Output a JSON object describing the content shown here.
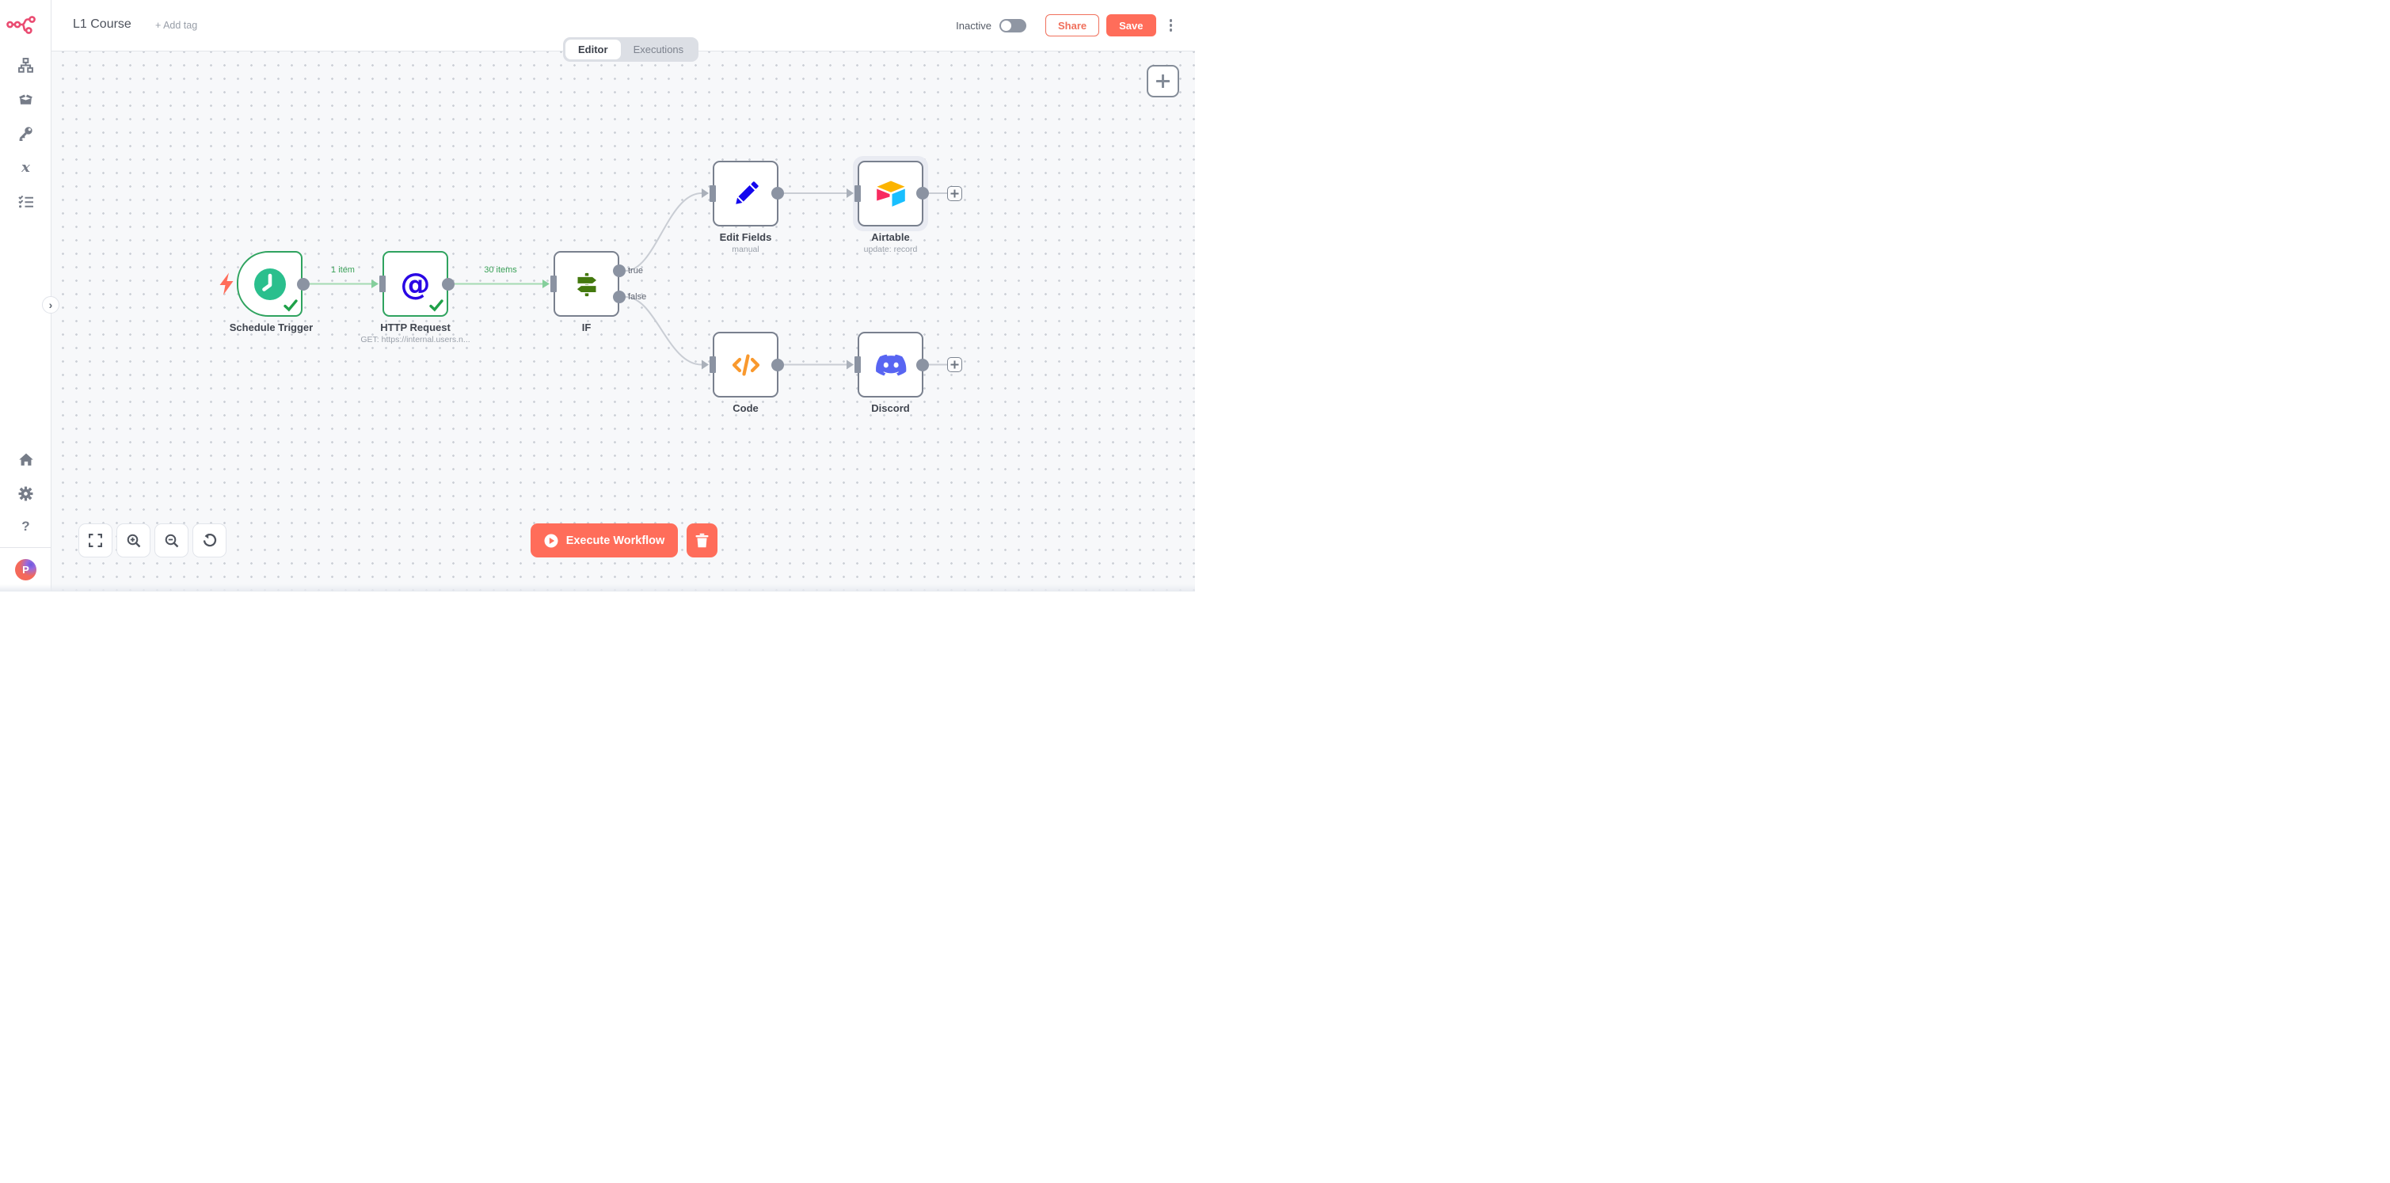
{
  "header": {
    "title": "L1 Course",
    "add_tag": "+ Add tag",
    "tabs": {
      "editor": "Editor",
      "executions": "Executions"
    },
    "status": {
      "label": "Inactive",
      "enabled": false
    },
    "share_label": "Share",
    "save_label": "Save"
  },
  "sidebar": {
    "avatar_initial": "P"
  },
  "workflow": {
    "nodes": [
      {
        "id": "schedule-trigger",
        "label": "Schedule Trigger",
        "type": "trigger",
        "status": "success"
      },
      {
        "id": "http-request",
        "label": "HTTP Request",
        "subtitle": "GET: https://internal.users.n...",
        "status": "success"
      },
      {
        "id": "if",
        "label": "IF",
        "outputs": [
          "true",
          "false"
        ]
      },
      {
        "id": "edit-fields",
        "label": "Edit Fields",
        "subtitle": "manual"
      },
      {
        "id": "airtable",
        "label": "Airtable",
        "subtitle": "update: record",
        "selected": true
      },
      {
        "id": "code",
        "label": "Code"
      },
      {
        "id": "discord",
        "label": "Discord"
      }
    ],
    "connections": [
      {
        "from": "schedule-trigger",
        "to": "http-request",
        "label": "1 item"
      },
      {
        "from": "http-request",
        "to": "if",
        "label": "30 items"
      }
    ]
  },
  "canvas": {
    "execute_label": "Execute Workflow"
  },
  "colors": {
    "accent": "#ff6d5a",
    "success_green": "#2fa35f",
    "connection_green": "#a5dab3",
    "label_green": "#3aa158",
    "node_gray": "#79808e",
    "handle_gray": "#8b93a2",
    "canvas_bg": "#f7f8fa",
    "discord_blurple": "#5865f2",
    "code_orange": "#f9992e",
    "pencil_blue": "#1407ee",
    "clock_teal": "#2abf8d"
  }
}
